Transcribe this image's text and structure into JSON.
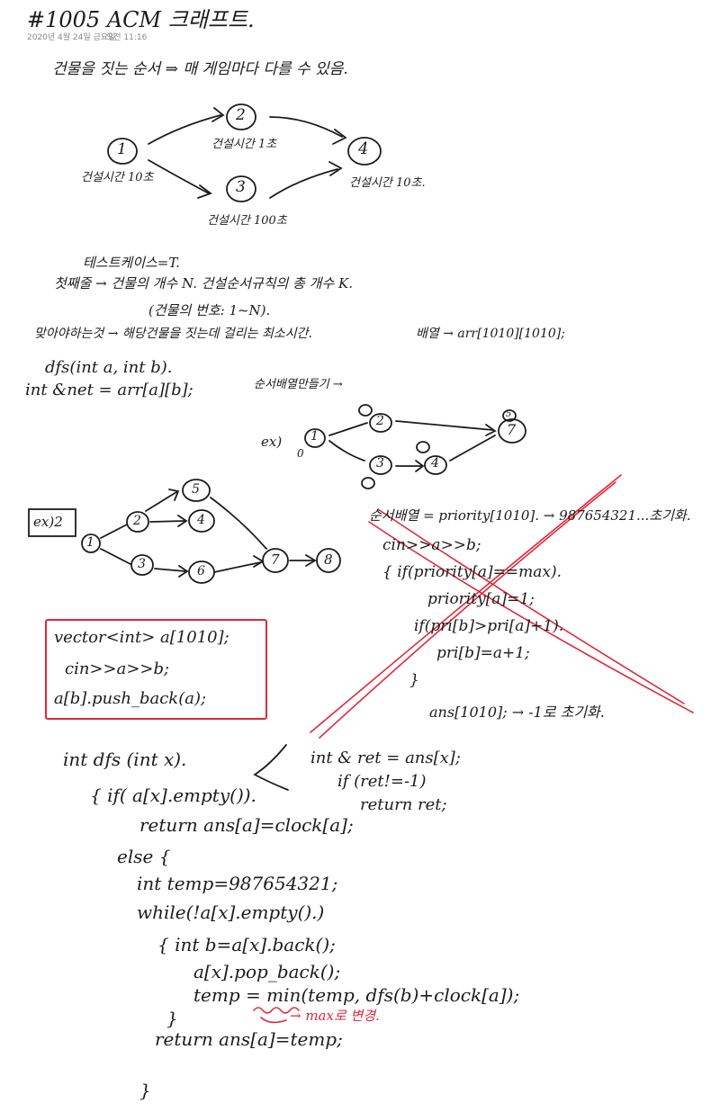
{
  "header": {
    "title": "#1005 ACM 크래프트.",
    "date": "2020년 4월 24일 금요일",
    "time": "오전 11:16"
  },
  "notes": {
    "line1": "건물을 짓는 순서 ⇒ 매 게임마다 다를 수 있음.",
    "graph1": {
      "nodes": [
        "1",
        "2",
        "3",
        "4"
      ],
      "labels": [
        "건설시간 10초",
        "건설시간 1초",
        "건설시간 100초",
        "건설시간 10초."
      ]
    },
    "testcase": "테스트케이스=T.",
    "line_n_k": "첫째줄 → 건물의 개수 N. 건설순서규칙의 총 개수 K.",
    "line_range": "(건물의 번호: 1~N).",
    "line_time": "맞아야하는것 → 해당건물을 짓는데 걸리는 최소시간.",
    "line_arr": "배열 → arr[1010][1010];",
    "dfs_sig": "dfs(int a, int b).",
    "int_net": "int &net = arr[a][b];",
    "sort_note": "순서배열만들기 →",
    "ex1_label": "ex)",
    "ex1_nodes": [
      "1",
      "2",
      "3",
      "4",
      "5",
      "7",
      "0"
    ],
    "ex2_label": "ex)2",
    "ex2_nodes": [
      "1",
      "2",
      "3",
      "4",
      "5",
      "6",
      "7",
      "8"
    ]
  },
  "crossed": {
    "line1": "순서배열 = priority[1010]. → 987654321...초기화.",
    "line2": "cin>>a>>b;",
    "line3": "{ if(priority[a]==max).",
    "line4": "priority[a]=1;",
    "line5": "if(pri[b]>pri[a]+1).",
    "line6": "pri[b]=a+1;",
    "line7": "}",
    "ans": "ans[1010]; → -1로 초기화."
  },
  "vector_box": {
    "l1": "vector<int> a[1010];",
    "l2": "cin>>a>>b;",
    "l3": "a[b].push_back(a);"
  },
  "code": {
    "l1": "int dfs (int x).",
    "l2": "{ if( a[x].empty()).",
    "l3": "return ans[a]=clock[a];",
    "l4": "else {",
    "l5": "int temp=987654321;",
    "l6": "while(!a[x].empty().)",
    "l7": "{ int b=a[x].back();",
    "l8": "a[x].pop_back();",
    "l9": "temp = min(temp, dfs(b)+clock[a]);",
    "l10": "}",
    "l11": "return ans[a]=temp;",
    "l12": "}",
    "side1": "int & ret = ans[x];",
    "side2": "if (ret!=-1)",
    "side3": "return ret;",
    "red_note": "→ max로 변경."
  }
}
